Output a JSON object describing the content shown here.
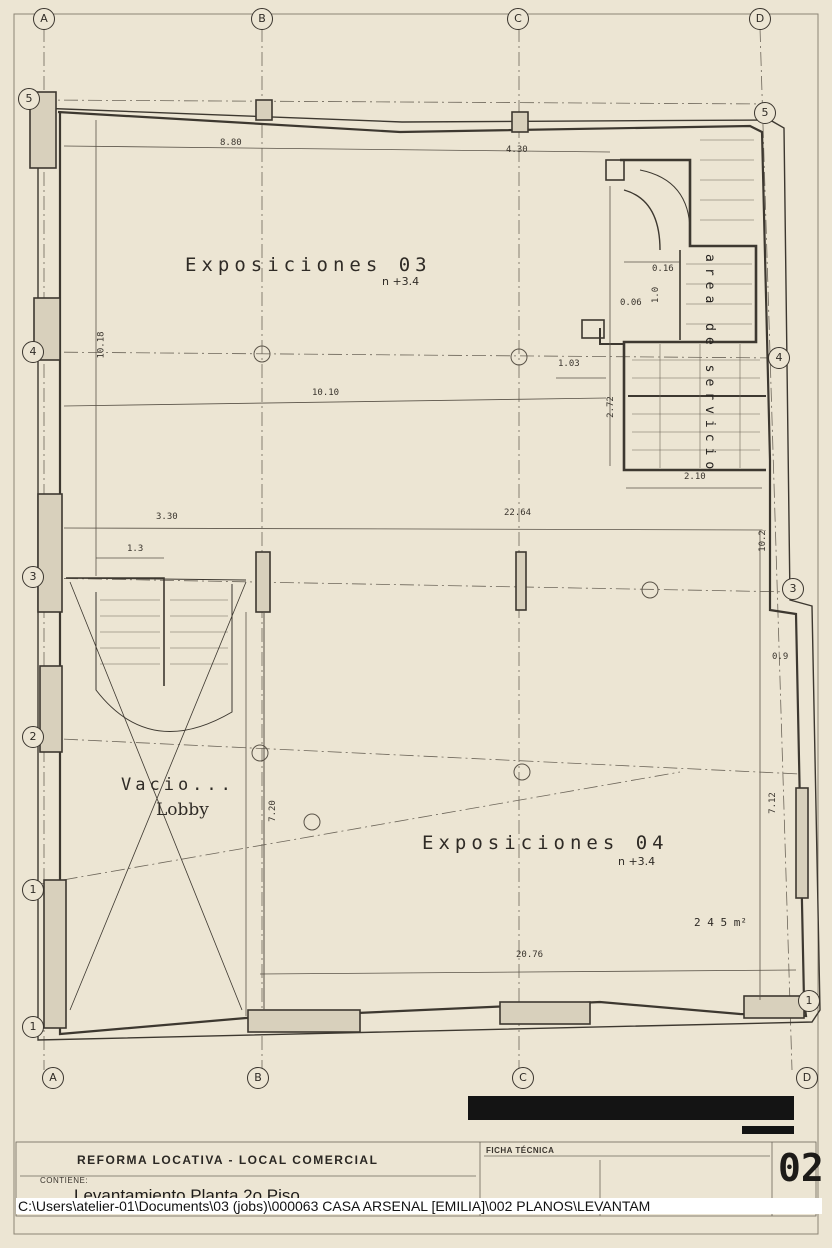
{
  "axes": {
    "columns": [
      "A",
      "B",
      "C",
      "D"
    ],
    "rows": [
      "5",
      "4",
      "3",
      "2",
      "1"
    ]
  },
  "rooms": {
    "expo03": {
      "name": "Exposiciones 03",
      "level": "n +3.4"
    },
    "expo04": {
      "name": "Exposiciones 04",
      "level": "n +3.4",
      "area": "2 4 5  m²"
    },
    "lobby": {
      "line1": "Vacio...",
      "line2": "Lobby"
    },
    "service": {
      "name": "area de servicio"
    }
  },
  "dimensions": {
    "top_left": "8.80",
    "top_right": "4.30",
    "span_upper": "10.10",
    "bath": "1.03",
    "svc_w": "2.10",
    "left_upper": "3.30",
    "mid": "22.64",
    "stair_w": "1.3",
    "center_v": "7.20",
    "bottom": "20.76",
    "right_v": "7.12",
    "right_small": "0.9",
    "right_upper": "10.2",
    "svc_a": "0.16",
    "svc_b": "0.06",
    "svc_c": "1.0",
    "svc_d": "2.72",
    "left_v": "10.18"
  },
  "title_block": {
    "project": "Reforma Locativa - Local Comercial",
    "contains_label": "CONTIENE:",
    "sheet_title": "Levantamiento Planta 2o Piso",
    "tech_header": "FICHA TÉCNICA",
    "sheet_number": "02"
  },
  "file_path": "C:\\Users\\atelier-01\\Documents\\03 (jobs)\\000063 CASA ARSENAL [EMILIA]\\002 PLANOS\\LEVANTAM"
}
